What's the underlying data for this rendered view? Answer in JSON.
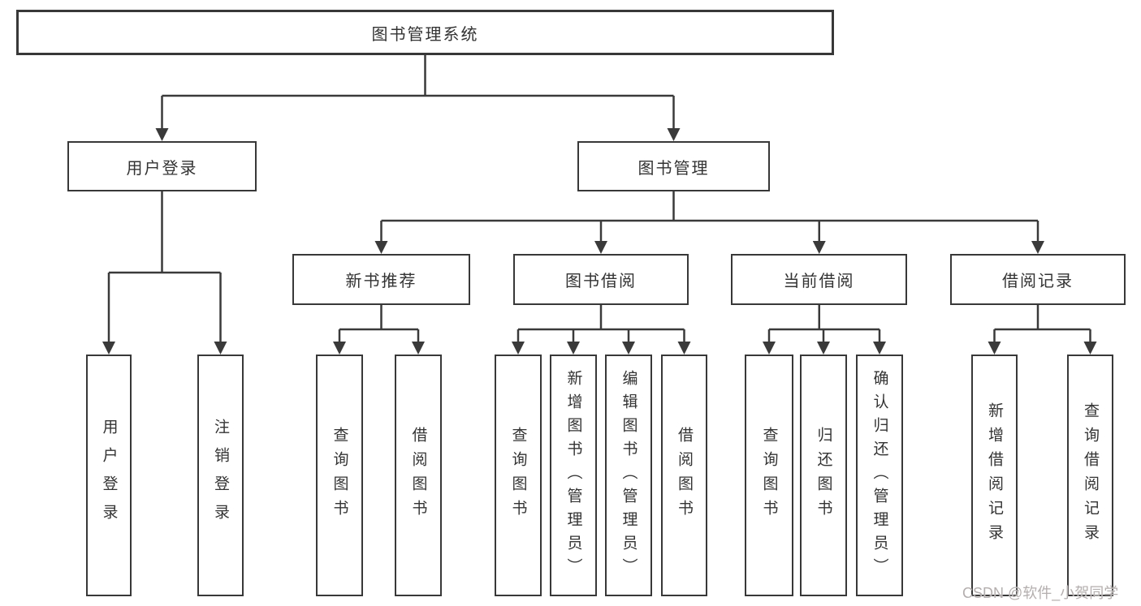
{
  "diagram": {
    "title": "图书管理系统",
    "nodes": {
      "root": "图书管理系统",
      "userLogin": "用户登录",
      "bookManagement": "图书管理",
      "newBookRecommend": "新书推荐",
      "bookBorrowing": "图书借阅",
      "currentBorrowing": "当前借阅",
      "borrowingRecords": "借阅记录",
      "leafUserLogin": "用户登录",
      "leafLogout": "注销登录",
      "leafNbQueryBooks": "查询图书",
      "leafNbBorrowBooks": "借阅图书",
      "leafBbQueryBooks": "查询图书",
      "leafBbAddBooksAdmin": "新增图书（管理员）",
      "leafBbEditBooksAdmin": "编辑图书（管理员）",
      "leafBbBorrowBooks": "借阅图书",
      "leafCbQueryBooks": "查询图书",
      "leafCbReturnBooks": "归还图书",
      "leafCbConfirmReturnAdmin": "确认归还（管理员）",
      "leafBrAddRecord": "新增借阅记录",
      "leafBrQueryRecord": "查询借阅记录"
    },
    "edges": [
      [
        "图书管理系统",
        "用户登录"
      ],
      [
        "图书管理系统",
        "图书管理"
      ],
      [
        "用户登录",
        "用户登录"
      ],
      [
        "用户登录",
        "注销登录"
      ],
      [
        "图书管理",
        "新书推荐"
      ],
      [
        "图书管理",
        "图书借阅"
      ],
      [
        "图书管理",
        "当前借阅"
      ],
      [
        "图书管理",
        "借阅记录"
      ],
      [
        "新书推荐",
        "查询图书"
      ],
      [
        "新书推荐",
        "借阅图书"
      ],
      [
        "图书借阅",
        "查询图书"
      ],
      [
        "图书借阅",
        "新增图书（管理员）"
      ],
      [
        "图书借阅",
        "编辑图书（管理员）"
      ],
      [
        "图书借阅",
        "借阅图书"
      ],
      [
        "当前借阅",
        "查询图书"
      ],
      [
        "当前借阅",
        "归还图书"
      ],
      [
        "当前借阅",
        "确认归还（管理员）"
      ],
      [
        "借阅记录",
        "新增借阅记录"
      ],
      [
        "借阅记录",
        "查询借阅记录"
      ]
    ],
    "colors": {
      "line": "#3a3a3a",
      "border": "#383838",
      "text": "#333333",
      "background": "#ffffff",
      "watermark": "#b5aeae"
    }
  },
  "watermark": {
    "text": "CSDN @软件_小贺同学"
  }
}
